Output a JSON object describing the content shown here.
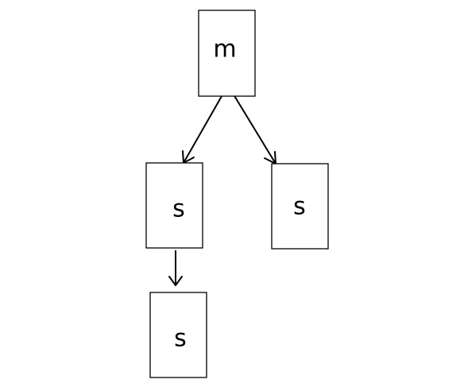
{
  "nodes": [
    {
      "id": "root",
      "label": "m"
    },
    {
      "id": "left",
      "label": "s"
    },
    {
      "id": "right",
      "label": "s"
    },
    {
      "id": "bottom",
      "label": "s"
    }
  ],
  "edges": [
    {
      "from": "root",
      "to": "left"
    },
    {
      "from": "root",
      "to": "right"
    },
    {
      "from": "left",
      "to": "bottom"
    }
  ]
}
